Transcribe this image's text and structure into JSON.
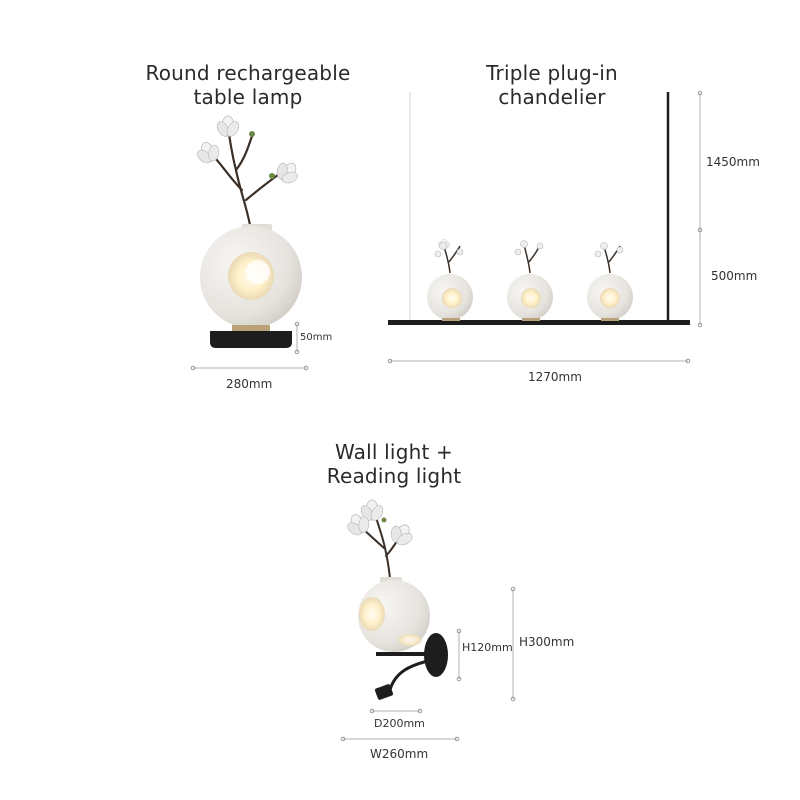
{
  "products": {
    "table_lamp": {
      "title_line1": "Round rechargeable",
      "title_line2": "table lamp",
      "width_label": "280mm",
      "height_label": "50mm"
    },
    "chandelier": {
      "title_line1": "Triple plug-in",
      "title_line2": "chandelier",
      "cord_label": "1450mm",
      "drop_label": "500mm",
      "width_label": "1270mm"
    },
    "wall_light": {
      "title_line1": "Wall light +",
      "title_line2": "Reading light",
      "h_small_label": "H120mm",
      "h_total_label": "H300mm",
      "depth_label": "D200mm",
      "width_label": "W260mm"
    }
  },
  "colors": {
    "globe": "#ece9e4",
    "glow": "#fff6dd",
    "base": "#1d1d1d",
    "branch": "#3b3028",
    "dim_line": "#b0b0b0"
  }
}
